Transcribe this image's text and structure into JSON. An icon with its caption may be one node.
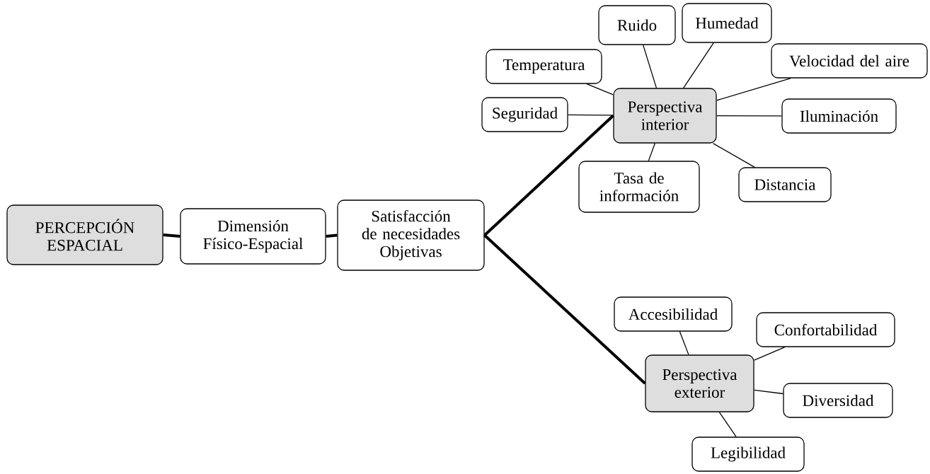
{
  "diagram": {
    "nodes": [
      {
        "text": [
          "PERCEPCIÓN ESPACIAL"
        ]
      },
      {
        "text": [
          "Dimensión Físico-Espacial"
        ]
      },
      {
        "text": [
          "Satisfacción de necesidades Objetivas"
        ]
      },
      {
        "text": [
          "Perspectiva interior"
        ]
      },
      {
        "text": [
          "Ruido"
        ]
      },
      {
        "text": [
          "Humedad"
        ]
      },
      {
        "text": [
          "Temperatura"
        ]
      },
      {
        "text": [
          "Velocidad del aire"
        ]
      },
      {
        "text": [
          "Seguridad"
        ]
      },
      {
        "text": [
          "Iluminación"
        ]
      },
      {
        "text": [
          "Tasa de información"
        ]
      },
      {
        "text": [
          "Distancia"
        ]
      },
      {
        "text": [
          "Accesibilidad"
        ]
      },
      {
        "text": [
          "Confortabilidad"
        ]
      },
      {
        "text": [
          "Perspectiva exterior"
        ]
      },
      {
        "text": [
          "Diversidad"
        ]
      },
      {
        "text": [
          "Legibilidad"
        ]
      }
    ],
    "edges": [
      {
        "from": 0,
        "to": 1,
        "arrow": "none",
        "style": "thick"
      },
      {
        "from": 1,
        "to": 2,
        "arrow": "none",
        "style": "thick"
      },
      {
        "from": 2,
        "to": 3,
        "arrow": "none",
        "style": "thick"
      },
      {
        "from": 2,
        "to": 14,
        "arrow": "none",
        "style": "thick"
      },
      {
        "from": 3,
        "to": 4,
        "arrow": "none"
      },
      {
        "from": 3,
        "to": 5,
        "arrow": "none"
      },
      {
        "from": 3,
        "to": 6,
        "arrow": "none"
      },
      {
        "from": 3,
        "to": 7,
        "arrow": "none"
      },
      {
        "from": 3,
        "to": 8,
        "arrow": "none"
      },
      {
        "from": 3,
        "to": 9,
        "arrow": "none"
      },
      {
        "from": 3,
        "to": 10,
        "arrow": "none"
      },
      {
        "from": 3,
        "to": 11,
        "arrow": "none"
      },
      {
        "from": 14,
        "to": 12,
        "arrow": "none"
      },
      {
        "from": 14,
        "to": 13,
        "arrow": "none"
      },
      {
        "from": 14,
        "to": 15,
        "arrow": "none"
      },
      {
        "from": 14,
        "to": 16,
        "arrow": "none"
      }
    ]
  }
}
